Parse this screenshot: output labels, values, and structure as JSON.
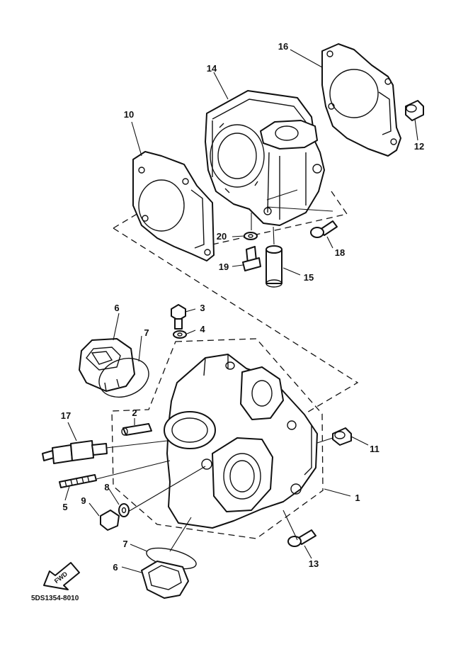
{
  "callouts": {
    "c1": "1",
    "c2": "2",
    "c3": "3",
    "c4": "4",
    "c5": "5",
    "c6a": "6",
    "c6b": "6",
    "c7a": "7",
    "c7b": "7",
    "c8": "8",
    "c9": "9",
    "c10": "10",
    "c11": "11",
    "c12": "12",
    "c13": "13",
    "c14": "14",
    "c15": "15",
    "c16": "16",
    "c17": "17",
    "c18": "18",
    "c19": "19",
    "c20": "20"
  },
  "fwd_label": "FWD",
  "diagram_code": "5DS1354-8010"
}
